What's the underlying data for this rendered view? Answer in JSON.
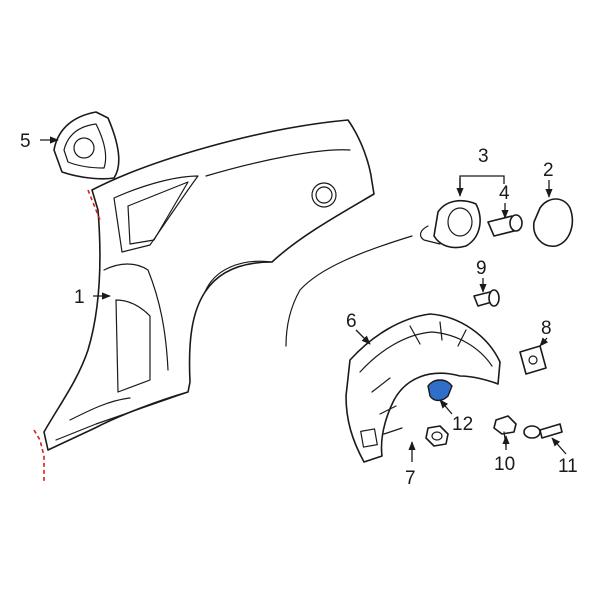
{
  "diagram": {
    "callouts": {
      "c1": "1",
      "c2": "2",
      "c3": "3",
      "c4": "4",
      "c5": "5",
      "c6": "6",
      "c7": "7",
      "c8": "8",
      "c9": "9",
      "c10": "10",
      "c11": "11",
      "c12": "12"
    },
    "colors": {
      "line": "#1a1a1a",
      "cut_line": "#d42020",
      "highlight_part": "#2f6fc9",
      "background": "#ffffff"
    }
  }
}
